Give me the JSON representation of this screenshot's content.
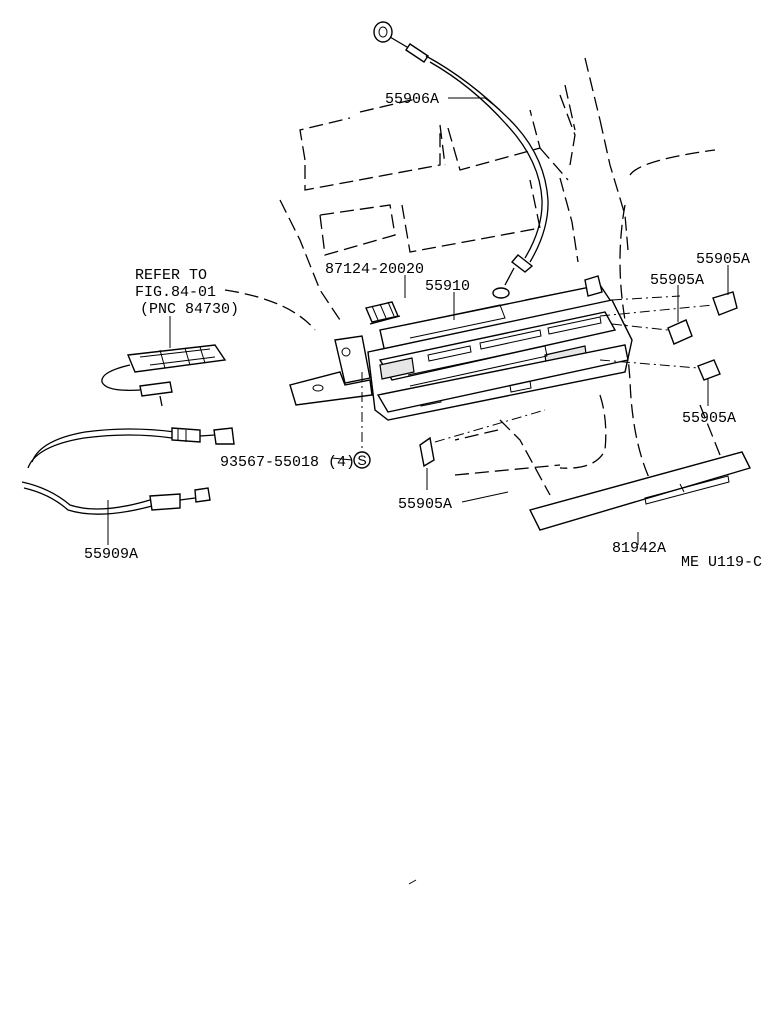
{
  "diagram": {
    "figure_code": "ME U119-C",
    "reference_note": {
      "line1": "REFER TO",
      "line2": "FIG.84-01",
      "line3": "(PNC 84730)"
    },
    "labels": {
      "p55906A": "55906A",
      "p87124": "87124-20020",
      "p55910": "55910",
      "p55905A_top_right": "55905A",
      "p55905A_mid_right": "55905A",
      "p55905A_lower_right": "55905A",
      "p55905A_bottom": "55905A",
      "p93567": "93567-55018 (4)",
      "p55909A": "55909A",
      "p81942A": "81942A"
    },
    "screw_symbol": "S"
  }
}
